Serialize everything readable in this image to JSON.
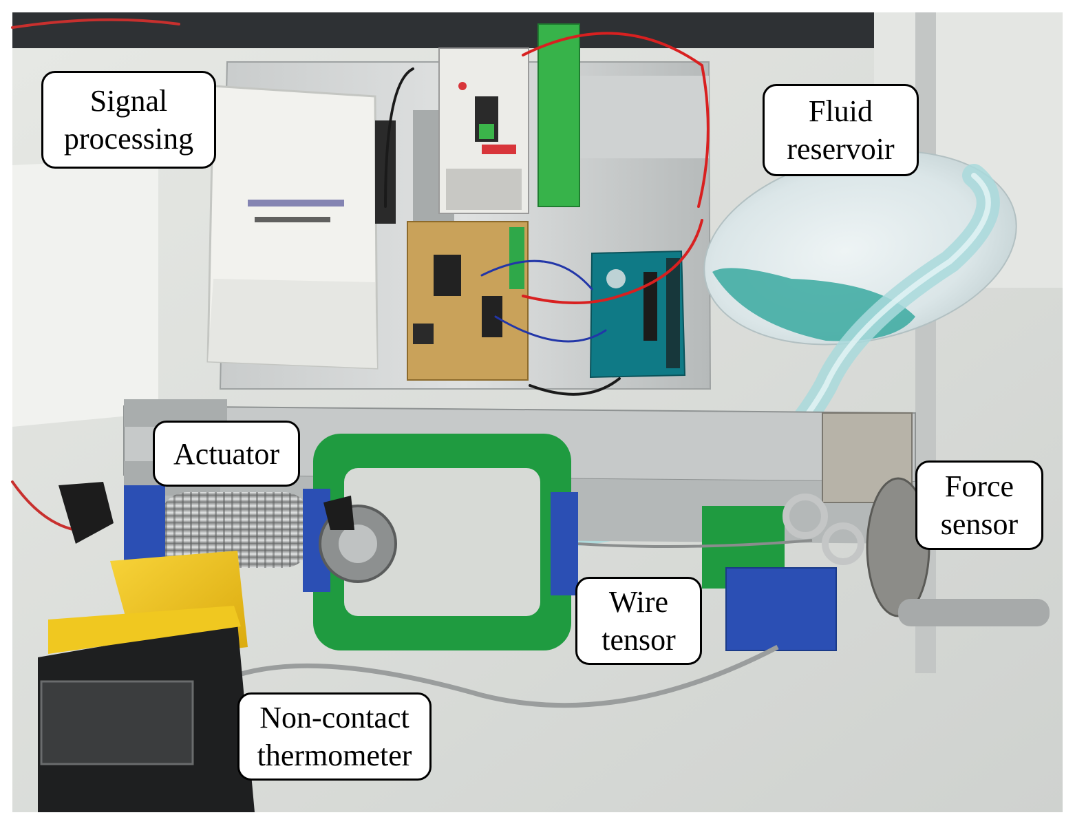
{
  "image": {
    "kind": "annotated-photo",
    "subject": "top-down photo of experimental bench setup",
    "palette": {
      "bench": "#d9dbd7",
      "wall": "#e9ebe6",
      "aluminum_plate": "#b9bcbc",
      "green_frame": "#1f9b40",
      "blue_print": "#2b4fb4",
      "yellow_housing": "#f2c21c",
      "tube": "#9fd2d8",
      "fluid": "#3aa9a0",
      "arduino": "#0f7a86",
      "daq_box": "#eeeeea",
      "dark": "#1c1c1c"
    }
  },
  "labels": {
    "signal_processing": "Signal\nprocessing",
    "fluid_reservoir": "Fluid\nreservoir",
    "actuator": "Actuator",
    "force_sensor": "Force\nsensor",
    "wire_tensor": "Wire\ntensor",
    "thermometer": "Non-contact\nthermometer"
  }
}
